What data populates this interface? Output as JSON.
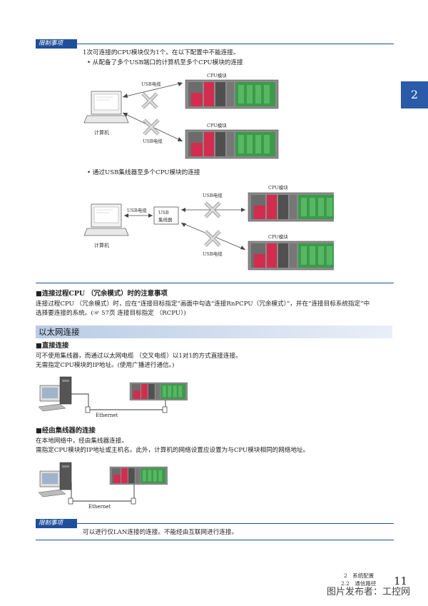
{
  "chapter_tab": "2",
  "restriction": {
    "badge": "限制事项",
    "line1": "1次可连接的CPU模块仅为1个。在以下配置中不能连接。",
    "bullet1": "• 从配备了多个USB端口的计算机至多个CPU模块的连接",
    "diagram1": {
      "usb_cable_top": "USB电缆",
      "usb_cable_bottom": "USB电缆",
      "cpu_module_top": "CPU模块",
      "cpu_module_bottom": "CPU模块",
      "computer": "计算机"
    },
    "bullet2": "• 通过USB集线器至多个CPU模块的连接",
    "diagram2": {
      "usb_cable_left": "USB电缆",
      "hub_line1": "USB",
      "hub_line2": "集线器",
      "usb_cable_top": "USB电缆",
      "usb_cable_bottom": "USB电缆",
      "cpu_module_top": "CPU模块",
      "cpu_module_bottom": "CPU模块",
      "computer": "计算机"
    }
  },
  "redundant": {
    "heading": "■连接过程CPU （冗余模式）时的注意事项",
    "line1": "连接过程CPU （冗余模式）时，应在“连接目标指定”画面中勾选“连接RnPCPU（冗余模式）”，并在“连接目标系统指定”中",
    "line2": "选择要连接的系统。(☞ 57页 连接目标指定 （RCPU）)"
  },
  "section": {
    "title": "以太网连接"
  },
  "direct": {
    "heading": "■直接连接",
    "line1": "可不使用集线器，而通过以太网电缆 （交叉电缆）以1对1的方式直接连接。",
    "line2": "无需指定CPU模块的IP地址。(使用广播进行通信。)",
    "ethernet_label": "Ethernet"
  },
  "hub": {
    "heading": "■经由集线器的连接",
    "line1": "在本地网络中，经由集线器连接。",
    "line2": "需指定CPU模块的IP地址或主机名。此外，计算机的网络设置应设置为与CPU模块相同的网络地址。",
    "ethernet_label": "Ethernet"
  },
  "restriction2": {
    "badge": "限制事项",
    "line1": "可以进行仅LAN连接的连接。不能经由互联网进行连接。"
  },
  "footer": {
    "line1": "2　系统配置",
    "line2": "2.2　通信路径",
    "page": "11"
  },
  "watermark": "图片发布者：工控网",
  "colors": {
    "brand_blue": "#1f4f9a",
    "module_red": "#d22d4e",
    "module_green": "#3c9a4a"
  }
}
